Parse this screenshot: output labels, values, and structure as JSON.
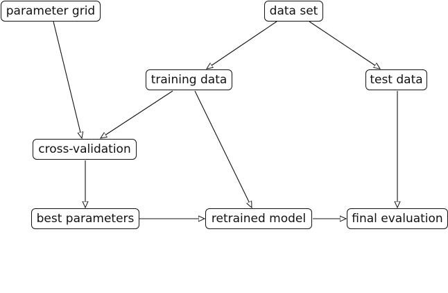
{
  "diagram": {
    "nodes": {
      "parameter_grid": "parameter grid",
      "data_set": "data set",
      "training_data": "training data",
      "test_data": "test data",
      "cross_validation": "cross-validation",
      "best_parameters": "best parameters",
      "retrained_model": "retrained model",
      "final_evaluation": "final evaluation"
    },
    "edges": [
      {
        "from": "data_set",
        "to": "training_data"
      },
      {
        "from": "data_set",
        "to": "test_data"
      },
      {
        "from": "parameter_grid",
        "to": "cross_validation"
      },
      {
        "from": "training_data",
        "to": "cross_validation"
      },
      {
        "from": "training_data",
        "to": "retrained_model"
      },
      {
        "from": "test_data",
        "to": "final_evaluation"
      },
      {
        "from": "cross_validation",
        "to": "best_parameters"
      },
      {
        "from": "best_parameters",
        "to": "retrained_model"
      },
      {
        "from": "retrained_model",
        "to": "final_evaluation"
      }
    ],
    "colors": {
      "line": "#111111",
      "background": "#ffffff"
    }
  }
}
